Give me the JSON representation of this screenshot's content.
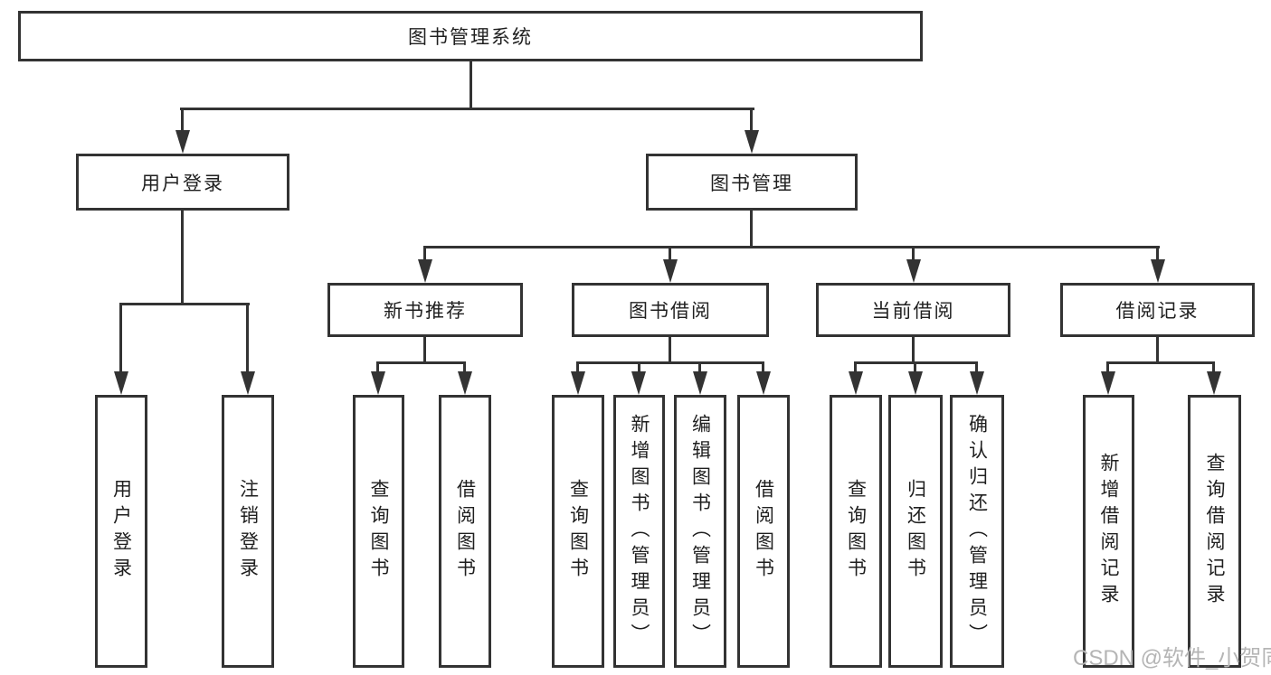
{
  "nodes": {
    "root": "图书管理系统",
    "level2": [
      "用户登录",
      "图书管理"
    ],
    "level3": [
      "新书推荐",
      "图书借阅",
      "当前借阅",
      "借阅记录"
    ],
    "leaves": [
      "用户登录",
      "注销登录",
      "查询图书",
      "借阅图书",
      "查询图书",
      "新增图书（管理员）",
      "编辑图书（管理员）",
      "借阅图书",
      "查询图书",
      "归还图书",
      "确认归还（管理员）",
      "新增借阅记录",
      "查询借阅记录"
    ]
  },
  "watermark": "CSDN @软件_小贺同学",
  "colors": {
    "line": "#333333",
    "box_border": "#333333",
    "text": "#1f1f1f",
    "watermark": "#b5b5b5",
    "background": "#ffffff"
  }
}
